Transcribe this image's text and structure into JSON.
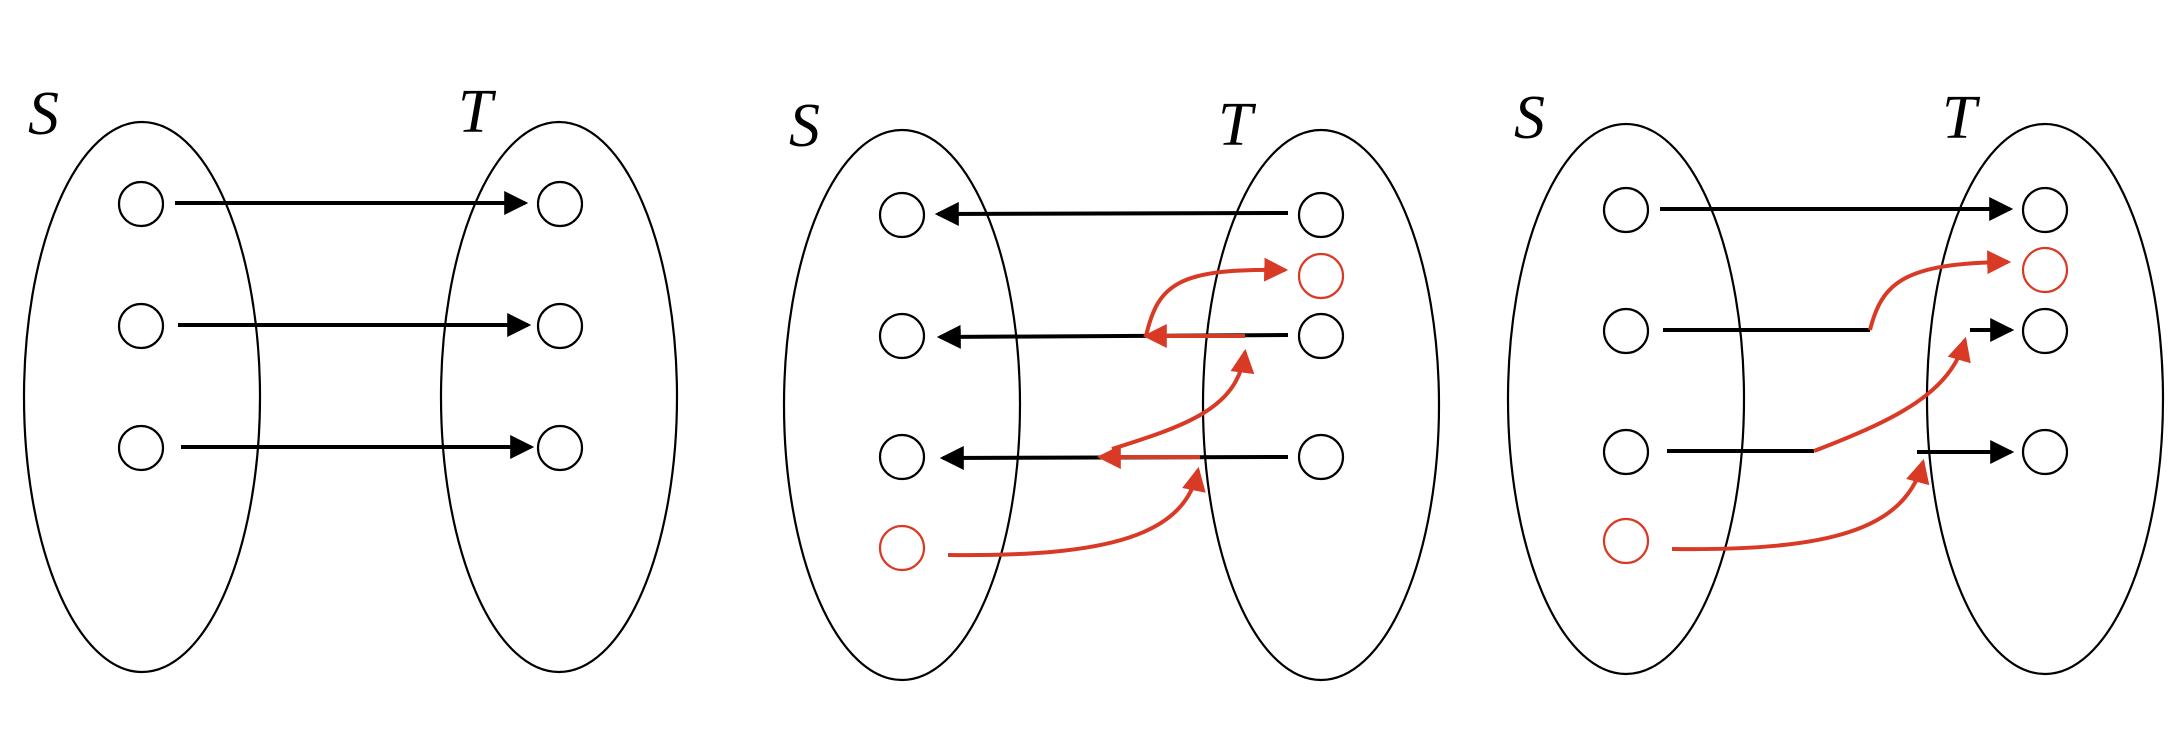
{
  "panels": [
    {
      "id": "left",
      "source_label": "S",
      "target_label": "T"
    },
    {
      "id": "middle",
      "source_label": "S",
      "target_label": "T"
    },
    {
      "id": "right",
      "source_label": "S",
      "target_label": "T"
    }
  ],
  "colors": {
    "black": "#000000",
    "red": "#d93a26"
  }
}
